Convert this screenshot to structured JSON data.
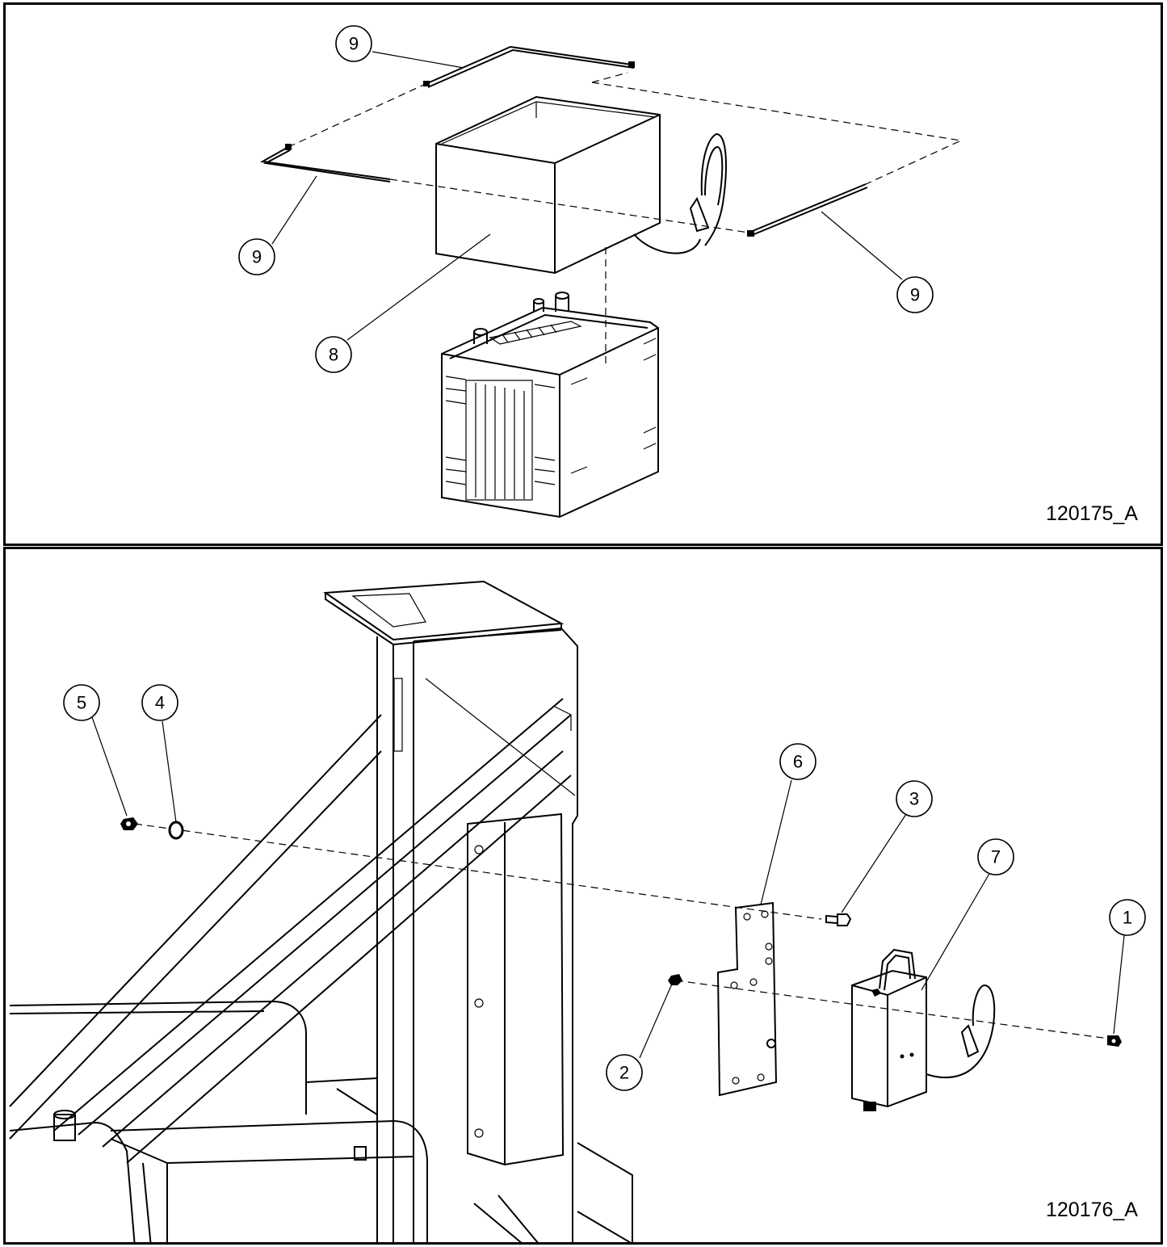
{
  "top_panel": {
    "figure_id": "120175_A",
    "callouts": [
      {
        "label": "9"
      },
      {
        "label": "9"
      },
      {
        "label": "8"
      },
      {
        "label": "9"
      }
    ]
  },
  "bottom_panel": {
    "figure_id": "120176_A",
    "callouts": [
      {
        "label": "5"
      },
      {
        "label": "4"
      },
      {
        "label": "6"
      },
      {
        "label": "3"
      },
      {
        "label": "7"
      },
      {
        "label": "1"
      },
      {
        "label": "2"
      }
    ]
  }
}
